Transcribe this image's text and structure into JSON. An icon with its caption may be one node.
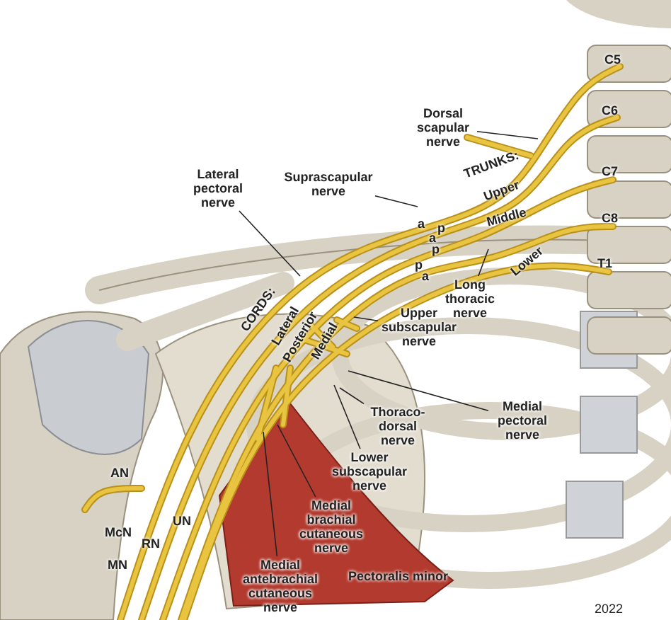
{
  "diagram": {
    "nodes": [
      {
        "text": [
          "Dorsal scapular nerve"
        ]
      },
      {
        "text": [
          "Suprascapular nerve"
        ]
      },
      {
        "text": [
          "Lateral pectoral nerve"
        ]
      },
      {
        "text": [
          "Long thoracic nerve"
        ]
      },
      {
        "text": [
          "Upper subscapular nerve"
        ]
      },
      {
        "text": [
          "Thoraco-dorsal nerve"
        ]
      },
      {
        "text": [
          "Medial pectoral nerve"
        ]
      },
      {
        "text": [
          "Lower subscapular nerve"
        ]
      },
      {
        "text": [
          "Medial brachial cutaneous nerve"
        ]
      },
      {
        "text": [
          "Medial antebrachial cutaneous nerve"
        ]
      }
    ],
    "edges": [
      {
        "from": 0,
        "to": null,
        "arrow": "none"
      },
      {
        "from": 1,
        "to": null,
        "arrow": "none"
      },
      {
        "from": 2,
        "to": null,
        "arrow": "none"
      },
      {
        "from": 3,
        "to": null,
        "arrow": "none"
      },
      {
        "from": 4,
        "to": null,
        "arrow": "none"
      },
      {
        "from": 5,
        "to": null,
        "arrow": "none"
      },
      {
        "from": 6,
        "to": null,
        "arrow": "none"
      },
      {
        "from": 7,
        "to": null,
        "arrow": "none"
      },
      {
        "from": 8,
        "to": null,
        "arrow": "none"
      },
      {
        "from": 9,
        "to": null,
        "arrow": "none"
      }
    ],
    "labels": [
      "C5",
      "C6",
      "TRUNKS:",
      "C7",
      "Upper",
      "Middle",
      "a",
      "p",
      "C8",
      "a",
      "p",
      "p",
      "T1",
      "Lower",
      "a",
      "CORDS:",
      "Lateral",
      "Posterior",
      "Medial",
      "AN",
      "UN",
      "McN",
      "RN",
      "MN",
      "Pectoralis minor",
      "2022"
    ]
  }
}
